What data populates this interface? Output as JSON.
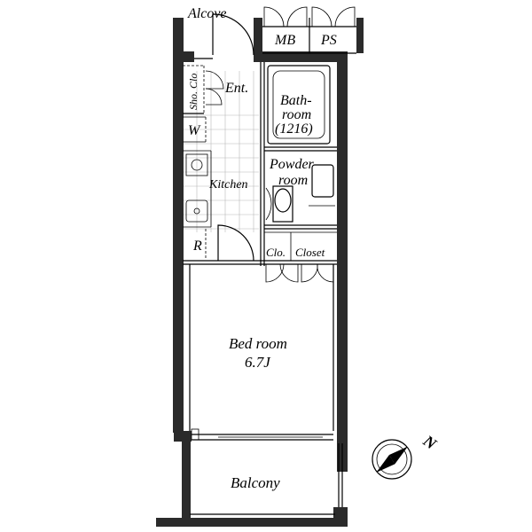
{
  "rooms": {
    "alcove": "Alcove",
    "mb": "MB",
    "ps": "PS",
    "shoe_closet": "Sho. Clo",
    "entrance": "Ent.",
    "bathroom_line1": "Bath-",
    "bathroom_line2": "room",
    "bathroom_size": "(1216)",
    "washer": "W",
    "powder_line1": "Powder",
    "powder_line2": "room",
    "kitchen": "Kitchen",
    "refrigerator": "R",
    "closet_small": "Clo.",
    "closet": "Closet",
    "bedroom": "Bed room",
    "bedroom_size": "6.7J",
    "balcony": "Balcony"
  },
  "compass": {
    "north_label": "N"
  }
}
